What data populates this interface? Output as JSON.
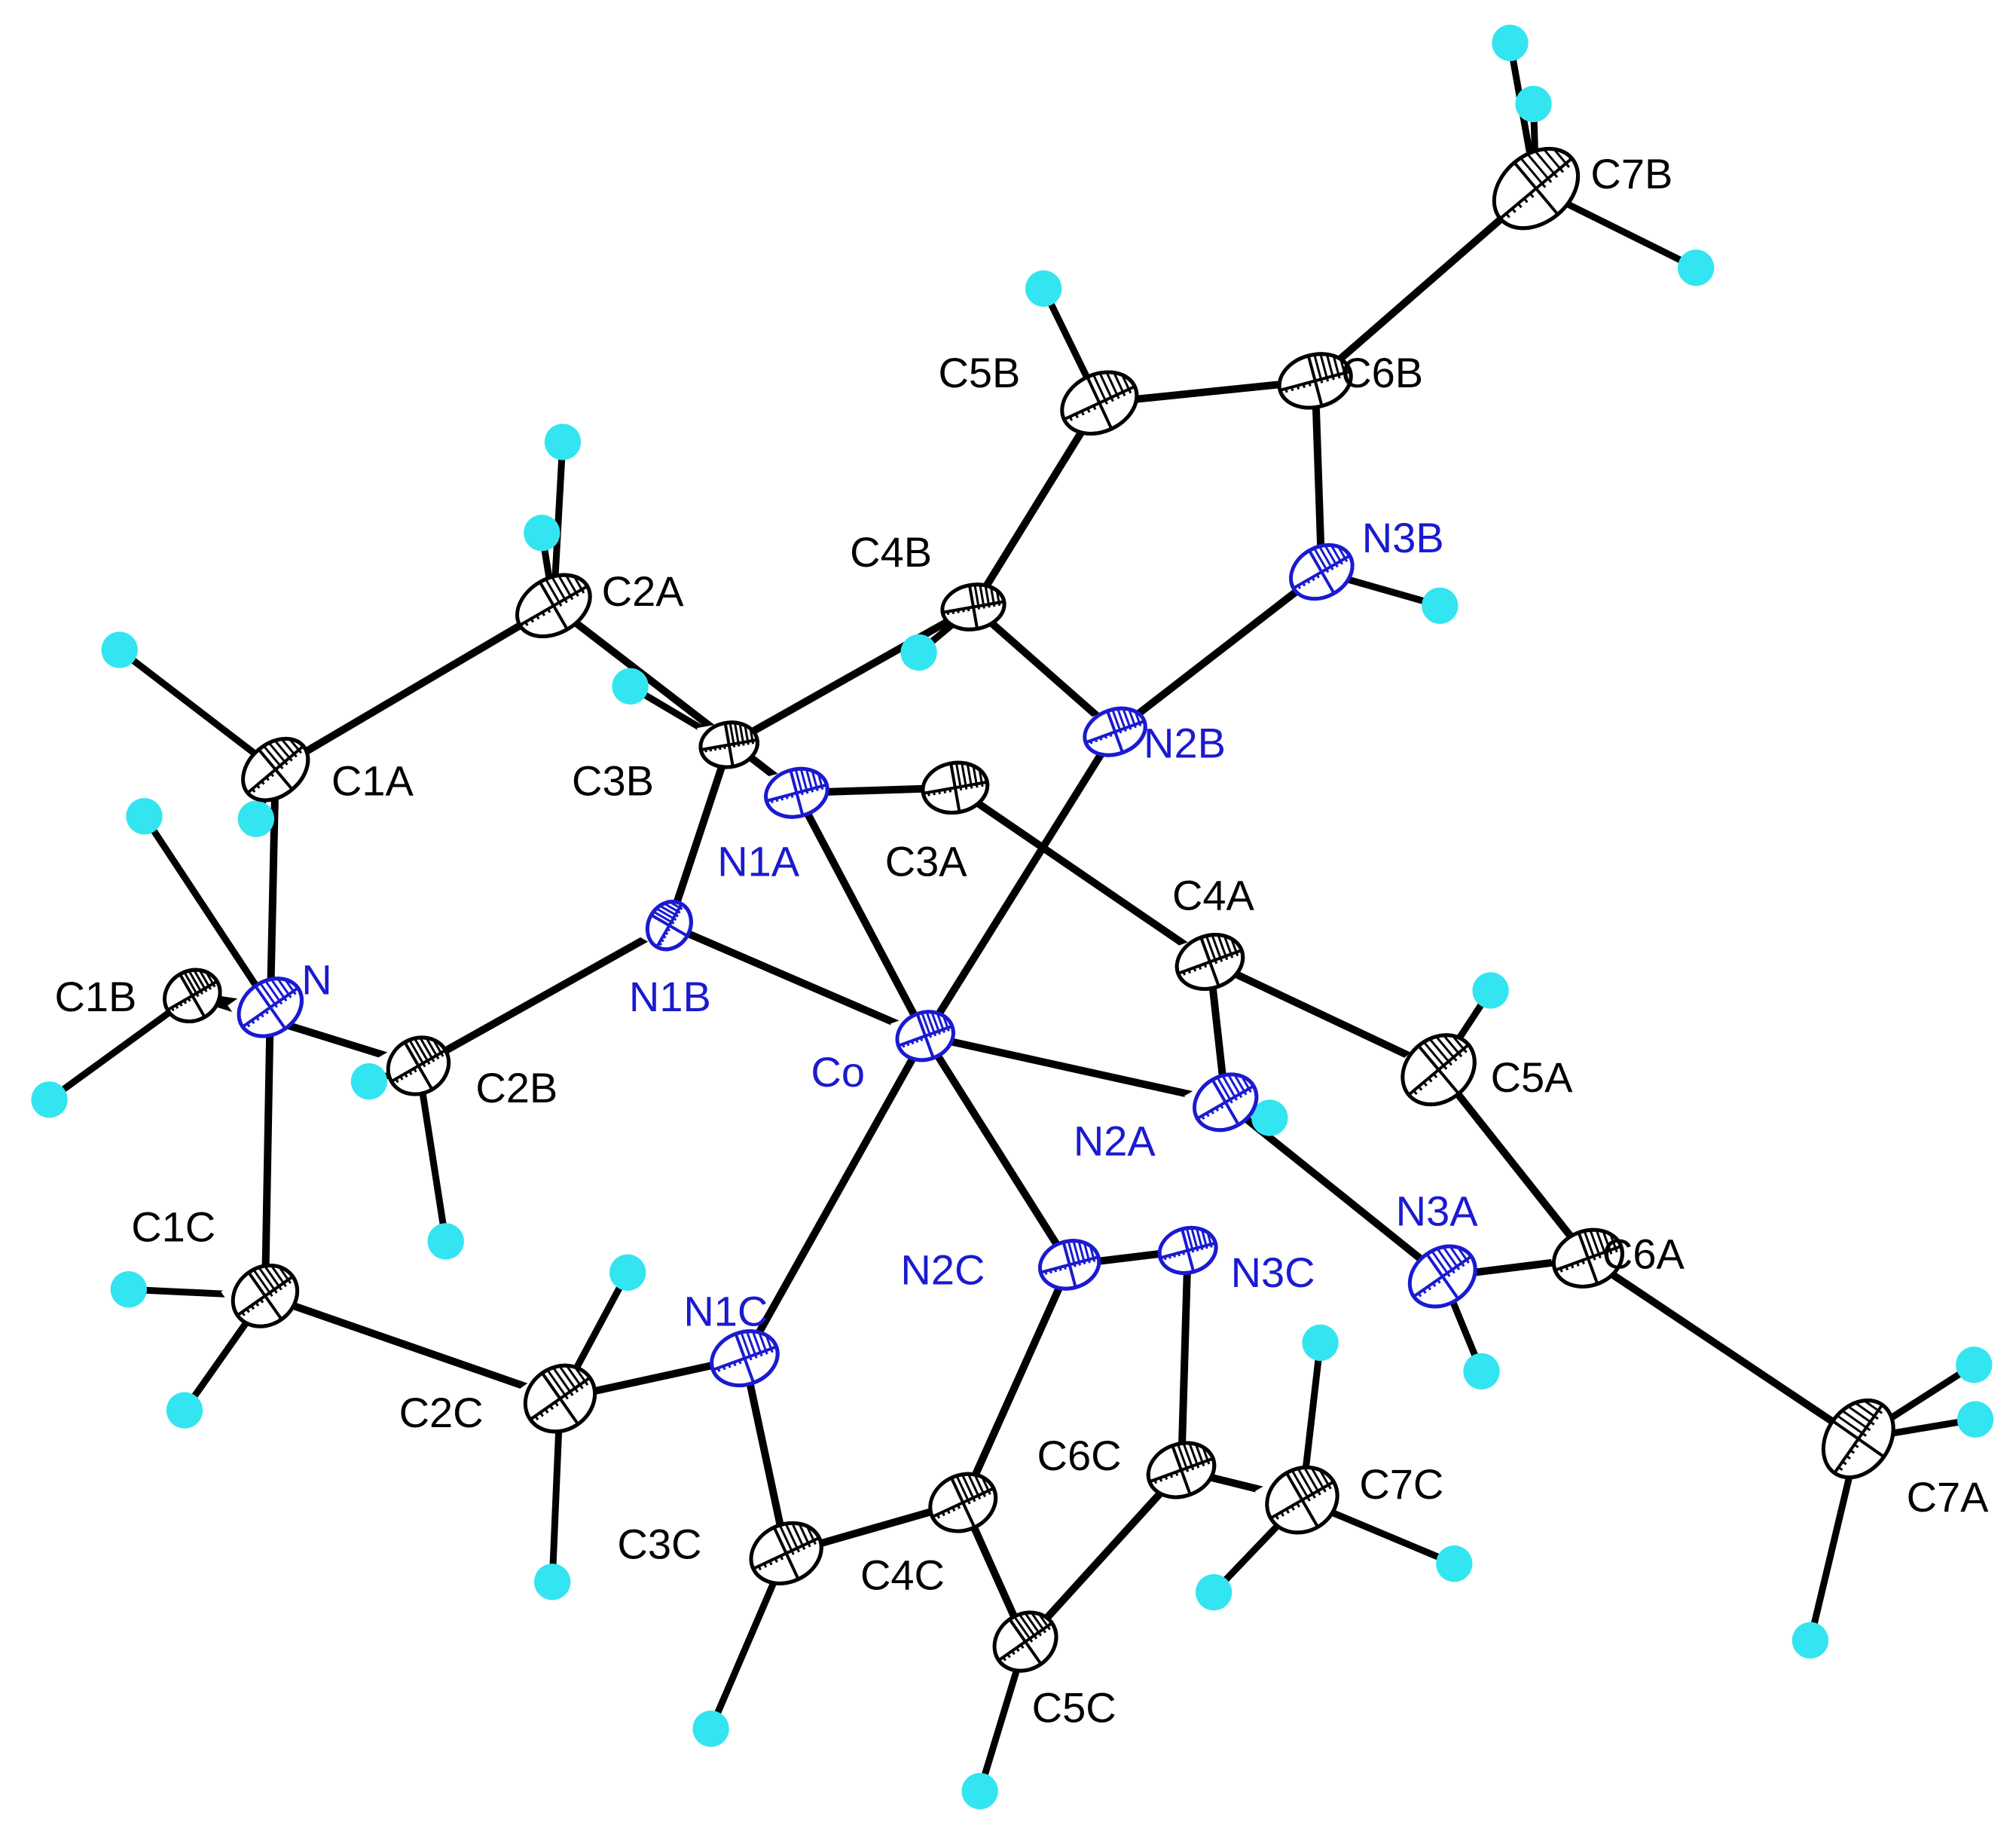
{
  "colors": {
    "bond": "#000000",
    "carbon": "#000000",
    "nitrogen": "#1a1ad0",
    "hydrogen": "#33e5f0",
    "cobalt": "#1a1ad0"
  },
  "atoms": [
    {
      "id": "Co",
      "element": "Co",
      "label": "Co"
    },
    {
      "id": "N",
      "element": "N",
      "label": "N"
    },
    {
      "id": "N1A",
      "element": "N",
      "label": "N1A"
    },
    {
      "id": "N1B",
      "element": "N",
      "label": "N1B"
    },
    {
      "id": "N1C",
      "element": "N",
      "label": "N1C"
    },
    {
      "id": "N2A",
      "element": "N",
      "label": "N2A"
    },
    {
      "id": "N2B",
      "element": "N",
      "label": "N2B"
    },
    {
      "id": "N2C",
      "element": "N",
      "label": "N2C"
    },
    {
      "id": "N3A",
      "element": "N",
      "label": "N3A"
    },
    {
      "id": "N3B",
      "element": "N",
      "label": "N3B"
    },
    {
      "id": "N3C",
      "element": "N",
      "label": "N3C"
    },
    {
      "id": "C1A",
      "element": "C",
      "label": "C1A"
    },
    {
      "id": "C1B",
      "element": "C",
      "label": "C1B"
    },
    {
      "id": "C1C",
      "element": "C",
      "label": "C1C"
    },
    {
      "id": "C2A",
      "element": "C",
      "label": "C2A"
    },
    {
      "id": "C2B",
      "element": "C",
      "label": "C2B"
    },
    {
      "id": "C2C",
      "element": "C",
      "label": "C2C"
    },
    {
      "id": "C3A",
      "element": "C",
      "label": "C3A"
    },
    {
      "id": "C3B",
      "element": "C",
      "label": "C3B"
    },
    {
      "id": "C3C",
      "element": "C",
      "label": "C3C"
    },
    {
      "id": "C4A",
      "element": "C",
      "label": "C4A"
    },
    {
      "id": "C4B",
      "element": "C",
      "label": "C4B"
    },
    {
      "id": "C4C",
      "element": "C",
      "label": "C4C"
    },
    {
      "id": "C5A",
      "element": "C",
      "label": "C5A"
    },
    {
      "id": "C5B",
      "element": "C",
      "label": "C5B"
    },
    {
      "id": "C5C",
      "element": "C",
      "label": "C5C"
    },
    {
      "id": "C6A",
      "element": "C",
      "label": "C6A"
    },
    {
      "id": "C6B",
      "element": "C",
      "label": "C6B"
    },
    {
      "id": "C6C",
      "element": "C",
      "label": "C6C"
    },
    {
      "id": "C7A",
      "element": "C",
      "label": "C7A"
    },
    {
      "id": "C7B",
      "element": "C",
      "label": "C7B"
    },
    {
      "id": "C7C",
      "element": "C",
      "label": "C7C"
    }
  ],
  "bonds": [
    [
      "Co",
      "N1A"
    ],
    [
      "Co",
      "N1B"
    ],
    [
      "Co",
      "N1C"
    ],
    [
      "Co",
      "N2A"
    ],
    [
      "Co",
      "N2B"
    ],
    [
      "Co",
      "N2C"
    ],
    [
      "N",
      "C1A"
    ],
    [
      "N",
      "C1B"
    ],
    [
      "N",
      "C1C"
    ],
    [
      "C1A",
      "C2A"
    ],
    [
      "C2A",
      "N1A"
    ],
    [
      "N1A",
      "C3A"
    ],
    [
      "C3A",
      "C4A"
    ],
    [
      "C4A",
      "N2A"
    ],
    [
      "C4A",
      "C5A"
    ],
    [
      "C5A",
      "C6A"
    ],
    [
      "C6A",
      "N3A"
    ],
    [
      "N3A",
      "N2A"
    ],
    [
      "C6A",
      "C7A"
    ],
    [
      "C1B",
      "C2B"
    ],
    [
      "C2B",
      "N1B"
    ],
    [
      "N1B",
      "C3B"
    ],
    [
      "C3B",
      "C4B"
    ],
    [
      "C4B",
      "N2B"
    ],
    [
      "C4B",
      "C5B"
    ],
    [
      "C5B",
      "C6B"
    ],
    [
      "C6B",
      "N3B"
    ],
    [
      "N3B",
      "N2B"
    ],
    [
      "C6B",
      "C7B"
    ],
    [
      "C1C",
      "C2C"
    ],
    [
      "C2C",
      "N1C"
    ],
    [
      "N1C",
      "C3C"
    ],
    [
      "C3C",
      "C4C"
    ],
    [
      "C4C",
      "N2C"
    ],
    [
      "C4C",
      "C5C"
    ],
    [
      "C5C",
      "C6C"
    ],
    [
      "C6C",
      "N3C"
    ],
    [
      "N3C",
      "N2C"
    ],
    [
      "C6C",
      "C7C"
    ]
  ]
}
